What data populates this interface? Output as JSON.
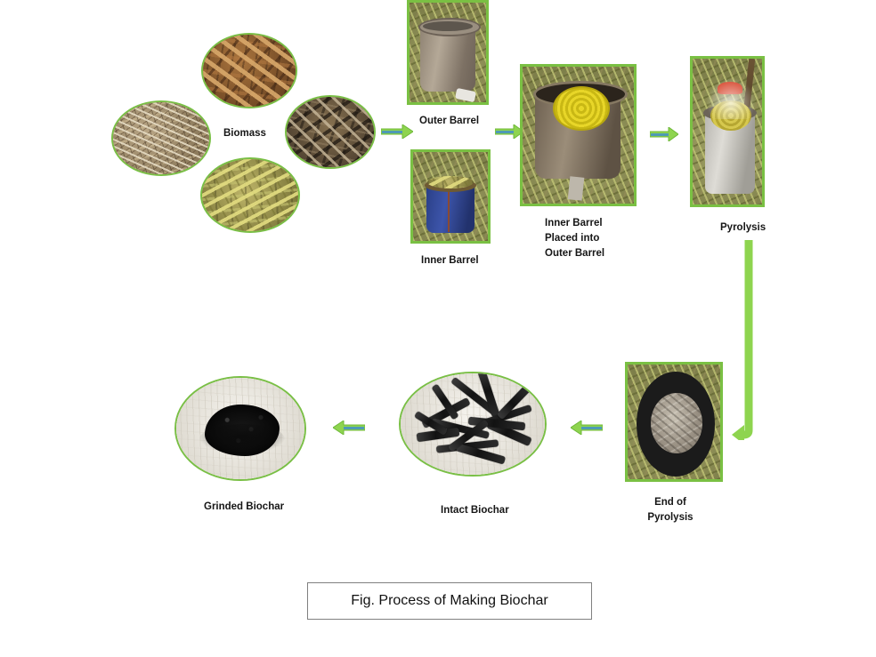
{
  "figure": {
    "caption": "Fig. Process of Making Biochar",
    "accent_color": "#7ac043",
    "border_color": "#79bf45",
    "caption_border_color": "#808080",
    "text_color": "#161616"
  },
  "nodes": {
    "biomass_label": "Biomass",
    "outer_barrel_label": "Outer Barrel",
    "inner_barrel_label": "Inner Barrel",
    "inner_into_outer_label": "Inner Barrel\nPlaced into\nOuter Barrel",
    "pyrolysis_label": "Pyrolysis",
    "end_of_pyrolysis_label": "End of\nPyrolysis",
    "intact_biochar_label": "Intact Biochar",
    "grinded_biochar_label": "Grinded Biochar"
  },
  "photos": {
    "biomass_straw": "dry straw biomass photo",
    "biomass_woodchips": "wood chips biomass photo",
    "biomass_stalks": "crop stalks biomass photo",
    "biomass_shavings": "mixed wood shavings biomass photo",
    "outer_barrel": "metal outer barrel on grass photo",
    "inner_barrel": "blue inner barrel filled with biomass photo",
    "inner_in_outer": "inner barrel with yellow lid placed into outer barrel photo",
    "pyrolysis": "barrel kiln smoking during pyrolysis photo",
    "end_of_pyrolysis": "top view of barrel with ash at end of pyrolysis photo",
    "intact_biochar": "intact biochar sticks on white cloth photo",
    "grinded_biochar": "grinded black biochar powder on white cloth photo"
  },
  "arrows": {
    "biomass_to_barrels": "right-arrow",
    "barrels_to_inner_in_outer": "right-arrow",
    "inner_in_outer_to_pyrolysis": "right-arrow",
    "pyrolysis_to_end": "elbow-down-left-arrow",
    "end_to_intact": "left-arrow",
    "intact_to_grinded": "left-arrow"
  }
}
